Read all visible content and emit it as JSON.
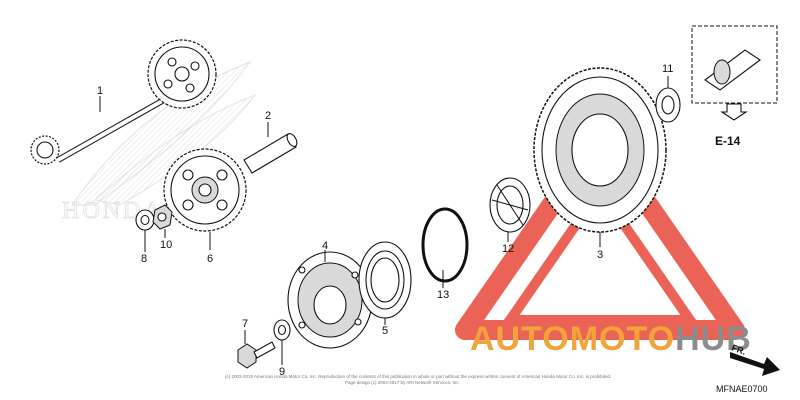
{
  "diagram_code": "MFNAE0700",
  "reference": "E-14",
  "direction": "FR.",
  "watermark": {
    "brand_left": "AUTO",
    "brand_mid": "MOTO",
    "brand_right": "HUB",
    "color_orange": "#f2a33a",
    "color_grey": "#8c8c8c",
    "color_red": "#e8473a"
  },
  "copyright_line1": "(c) 2003-2019 American Honda Motor Co. Inc. Reproduction of the contents of this publication in whole or part without the express written consent of American Honda Motor Co. Inc. is prohibited.",
  "copyright_line2": "Page design (c) 2003-2017 by ARI Network Services, Inc.",
  "parts": [
    {
      "num": "1"
    },
    {
      "num": "2"
    },
    {
      "num": "3"
    },
    {
      "num": "4"
    },
    {
      "num": "5"
    },
    {
      "num": "6"
    },
    {
      "num": "7"
    },
    {
      "num": "8"
    },
    {
      "num": "9"
    },
    {
      "num": "10"
    },
    {
      "num": "11"
    },
    {
      "num": "12"
    },
    {
      "num": "13"
    }
  ]
}
